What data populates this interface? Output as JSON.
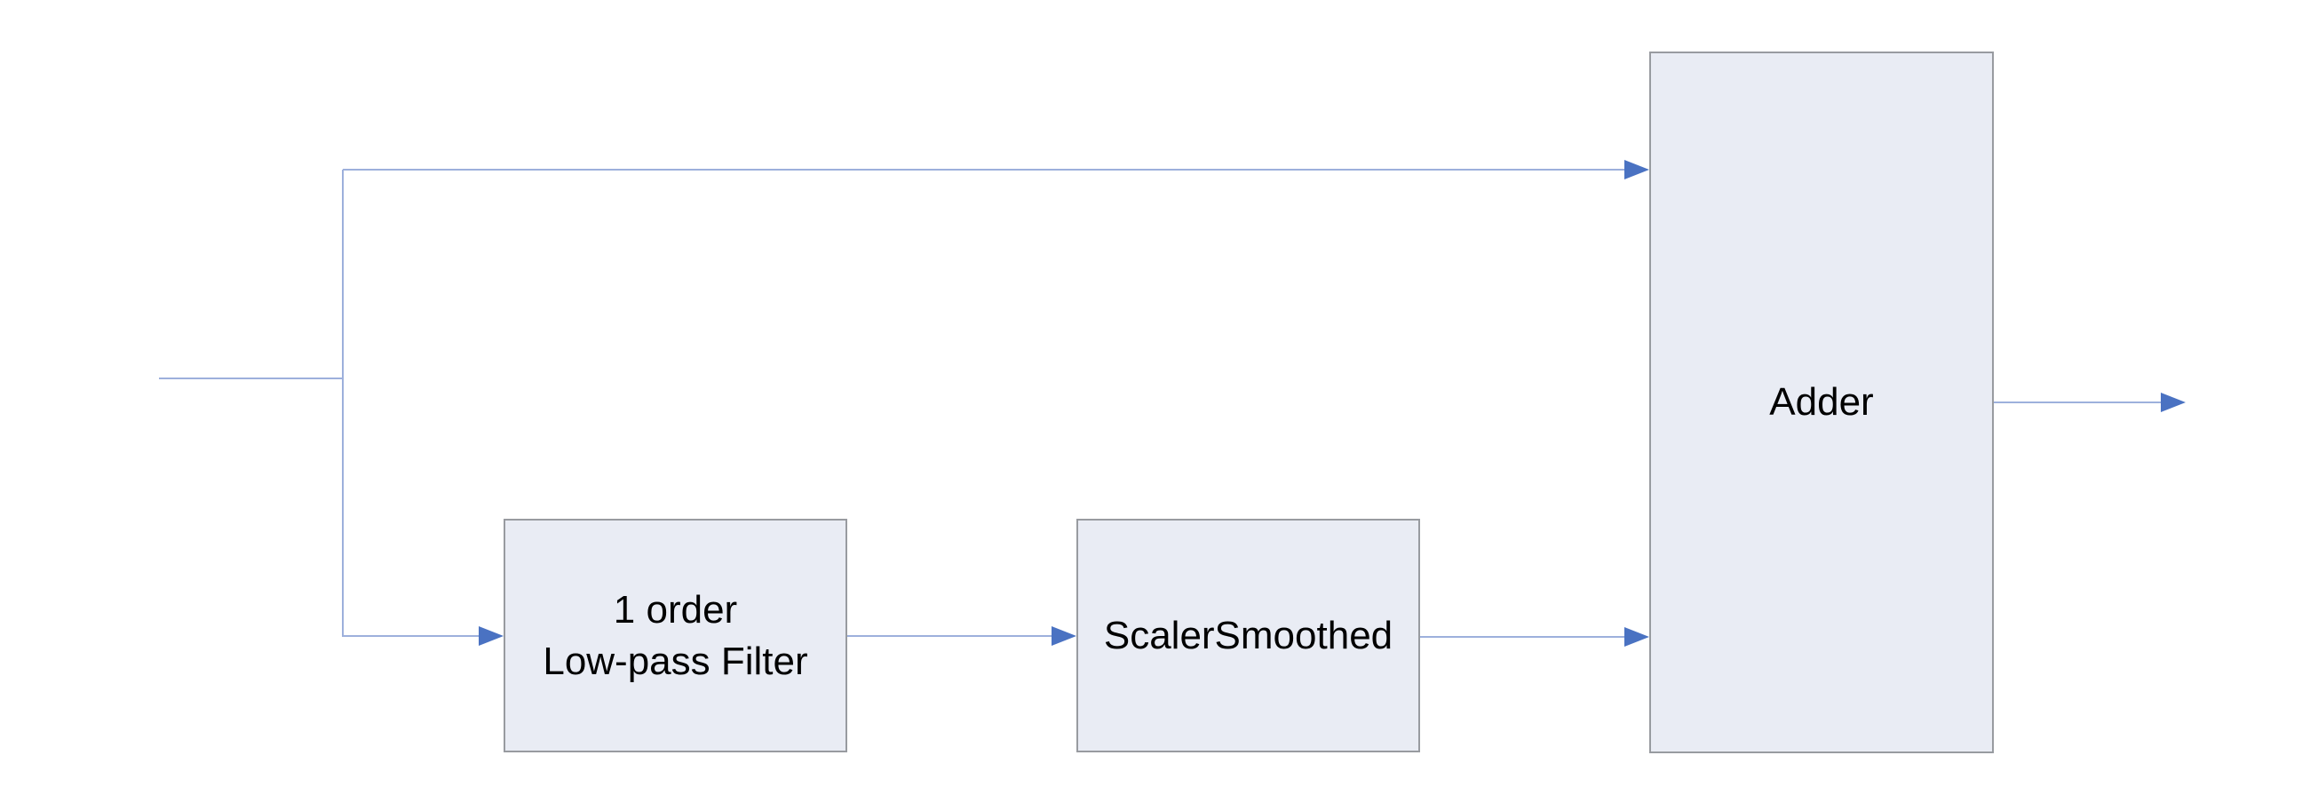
{
  "diagram": {
    "type": "block-diagram",
    "background_color": "#ffffff",
    "colors": {
      "node_fill": "#e9ecf4",
      "node_border": "#989ba0",
      "connector_line": "#9db0dc",
      "arrowhead_fill": "#4a72c2",
      "label_text": "#000000"
    },
    "nodes": [
      {
        "id": "lowpass",
        "label": "1 order\nLow-pass Filter"
      },
      {
        "id": "scaler",
        "label": "ScalerSmoothed"
      },
      {
        "id": "adder",
        "label": "Adder"
      }
    ],
    "edges": [
      {
        "from": "input",
        "to": "branch-point",
        "arrow": false
      },
      {
        "from": "branch-point",
        "to": "adder",
        "arrow": true,
        "route": "top"
      },
      {
        "from": "branch-point",
        "to": "lowpass",
        "arrow": true,
        "route": "bottom"
      },
      {
        "from": "lowpass",
        "to": "scaler",
        "arrow": true
      },
      {
        "from": "scaler",
        "to": "adder",
        "arrow": true
      },
      {
        "from": "adder",
        "to": "output",
        "arrow": true
      }
    ]
  }
}
